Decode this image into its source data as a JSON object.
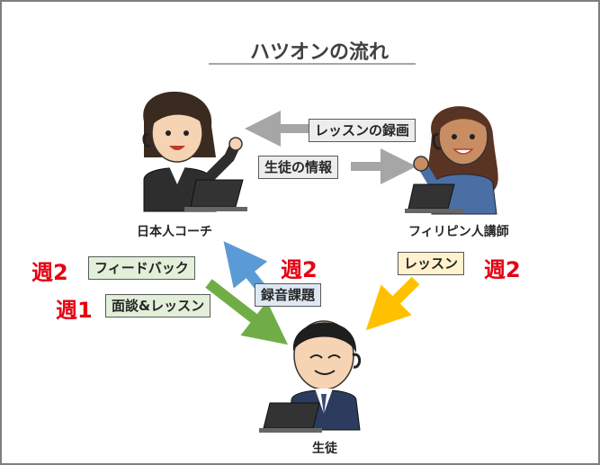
{
  "title": "ハツオンの流れ",
  "people": {
    "coach": "日本人コーチ",
    "teacher": "フィリピン人講師",
    "student": "生徒"
  },
  "labels": {
    "recording": "レッスンの録画",
    "student_info": "生徒の情報",
    "feedback": "フィードバック",
    "interview_lesson": "面談&レッスン",
    "recording_task": "録音課題",
    "lesson": "レッスン"
  },
  "weeks": {
    "feedback": "週2",
    "interview": "週1",
    "recording_task": "週2",
    "lesson": "週2"
  },
  "colors": {
    "gray_arrow": "#a6a6a6",
    "green_arrow": "#70ad47",
    "blue_arrow": "#5b9bd5",
    "yellow_arrow": "#ffc000",
    "week_red": "#e60012"
  }
}
